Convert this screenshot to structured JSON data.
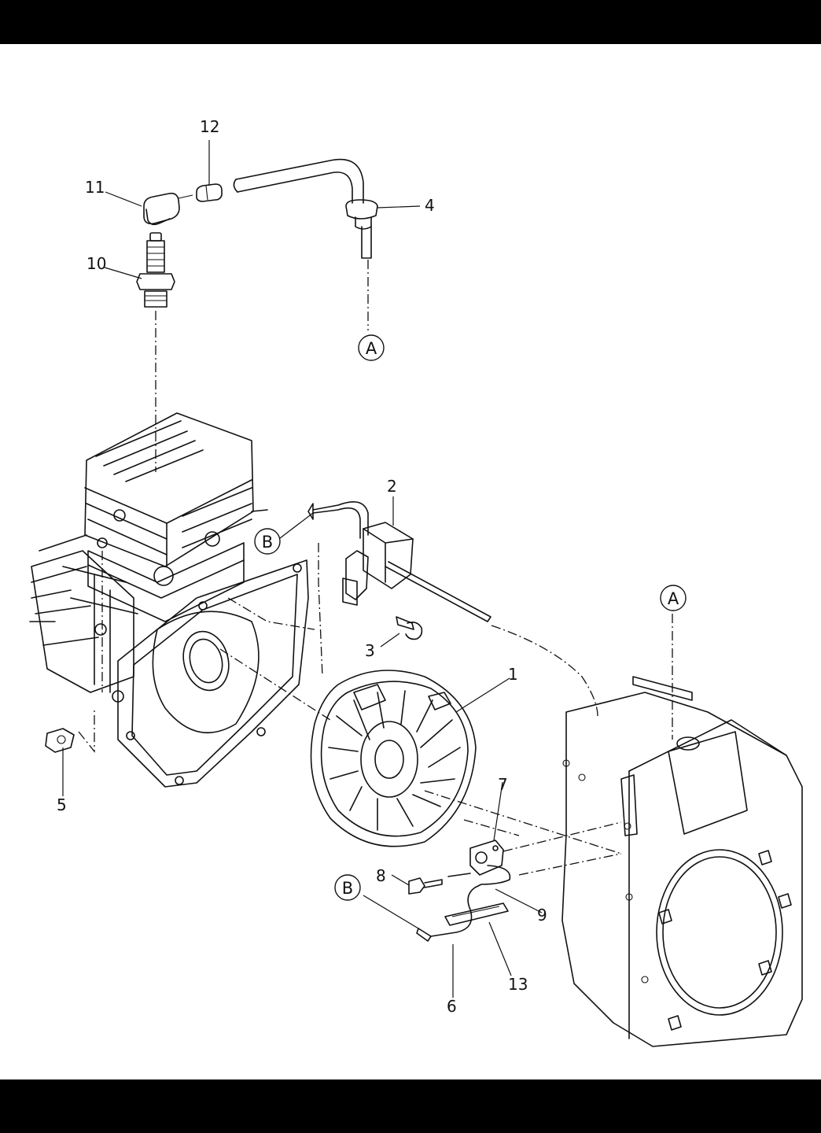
{
  "callouts": {
    "p1": "1",
    "p2": "2",
    "p3": "3",
    "p4": "4",
    "p5": "5",
    "p6": "6",
    "p7": "7",
    "p8": "8",
    "p9": "9",
    "p10": "10",
    "p11": "11",
    "p12": "12",
    "p13": "13"
  },
  "references": {
    "a_top": "A",
    "a_housing": "A",
    "b_coil": "B",
    "b_wire": "B"
  }
}
